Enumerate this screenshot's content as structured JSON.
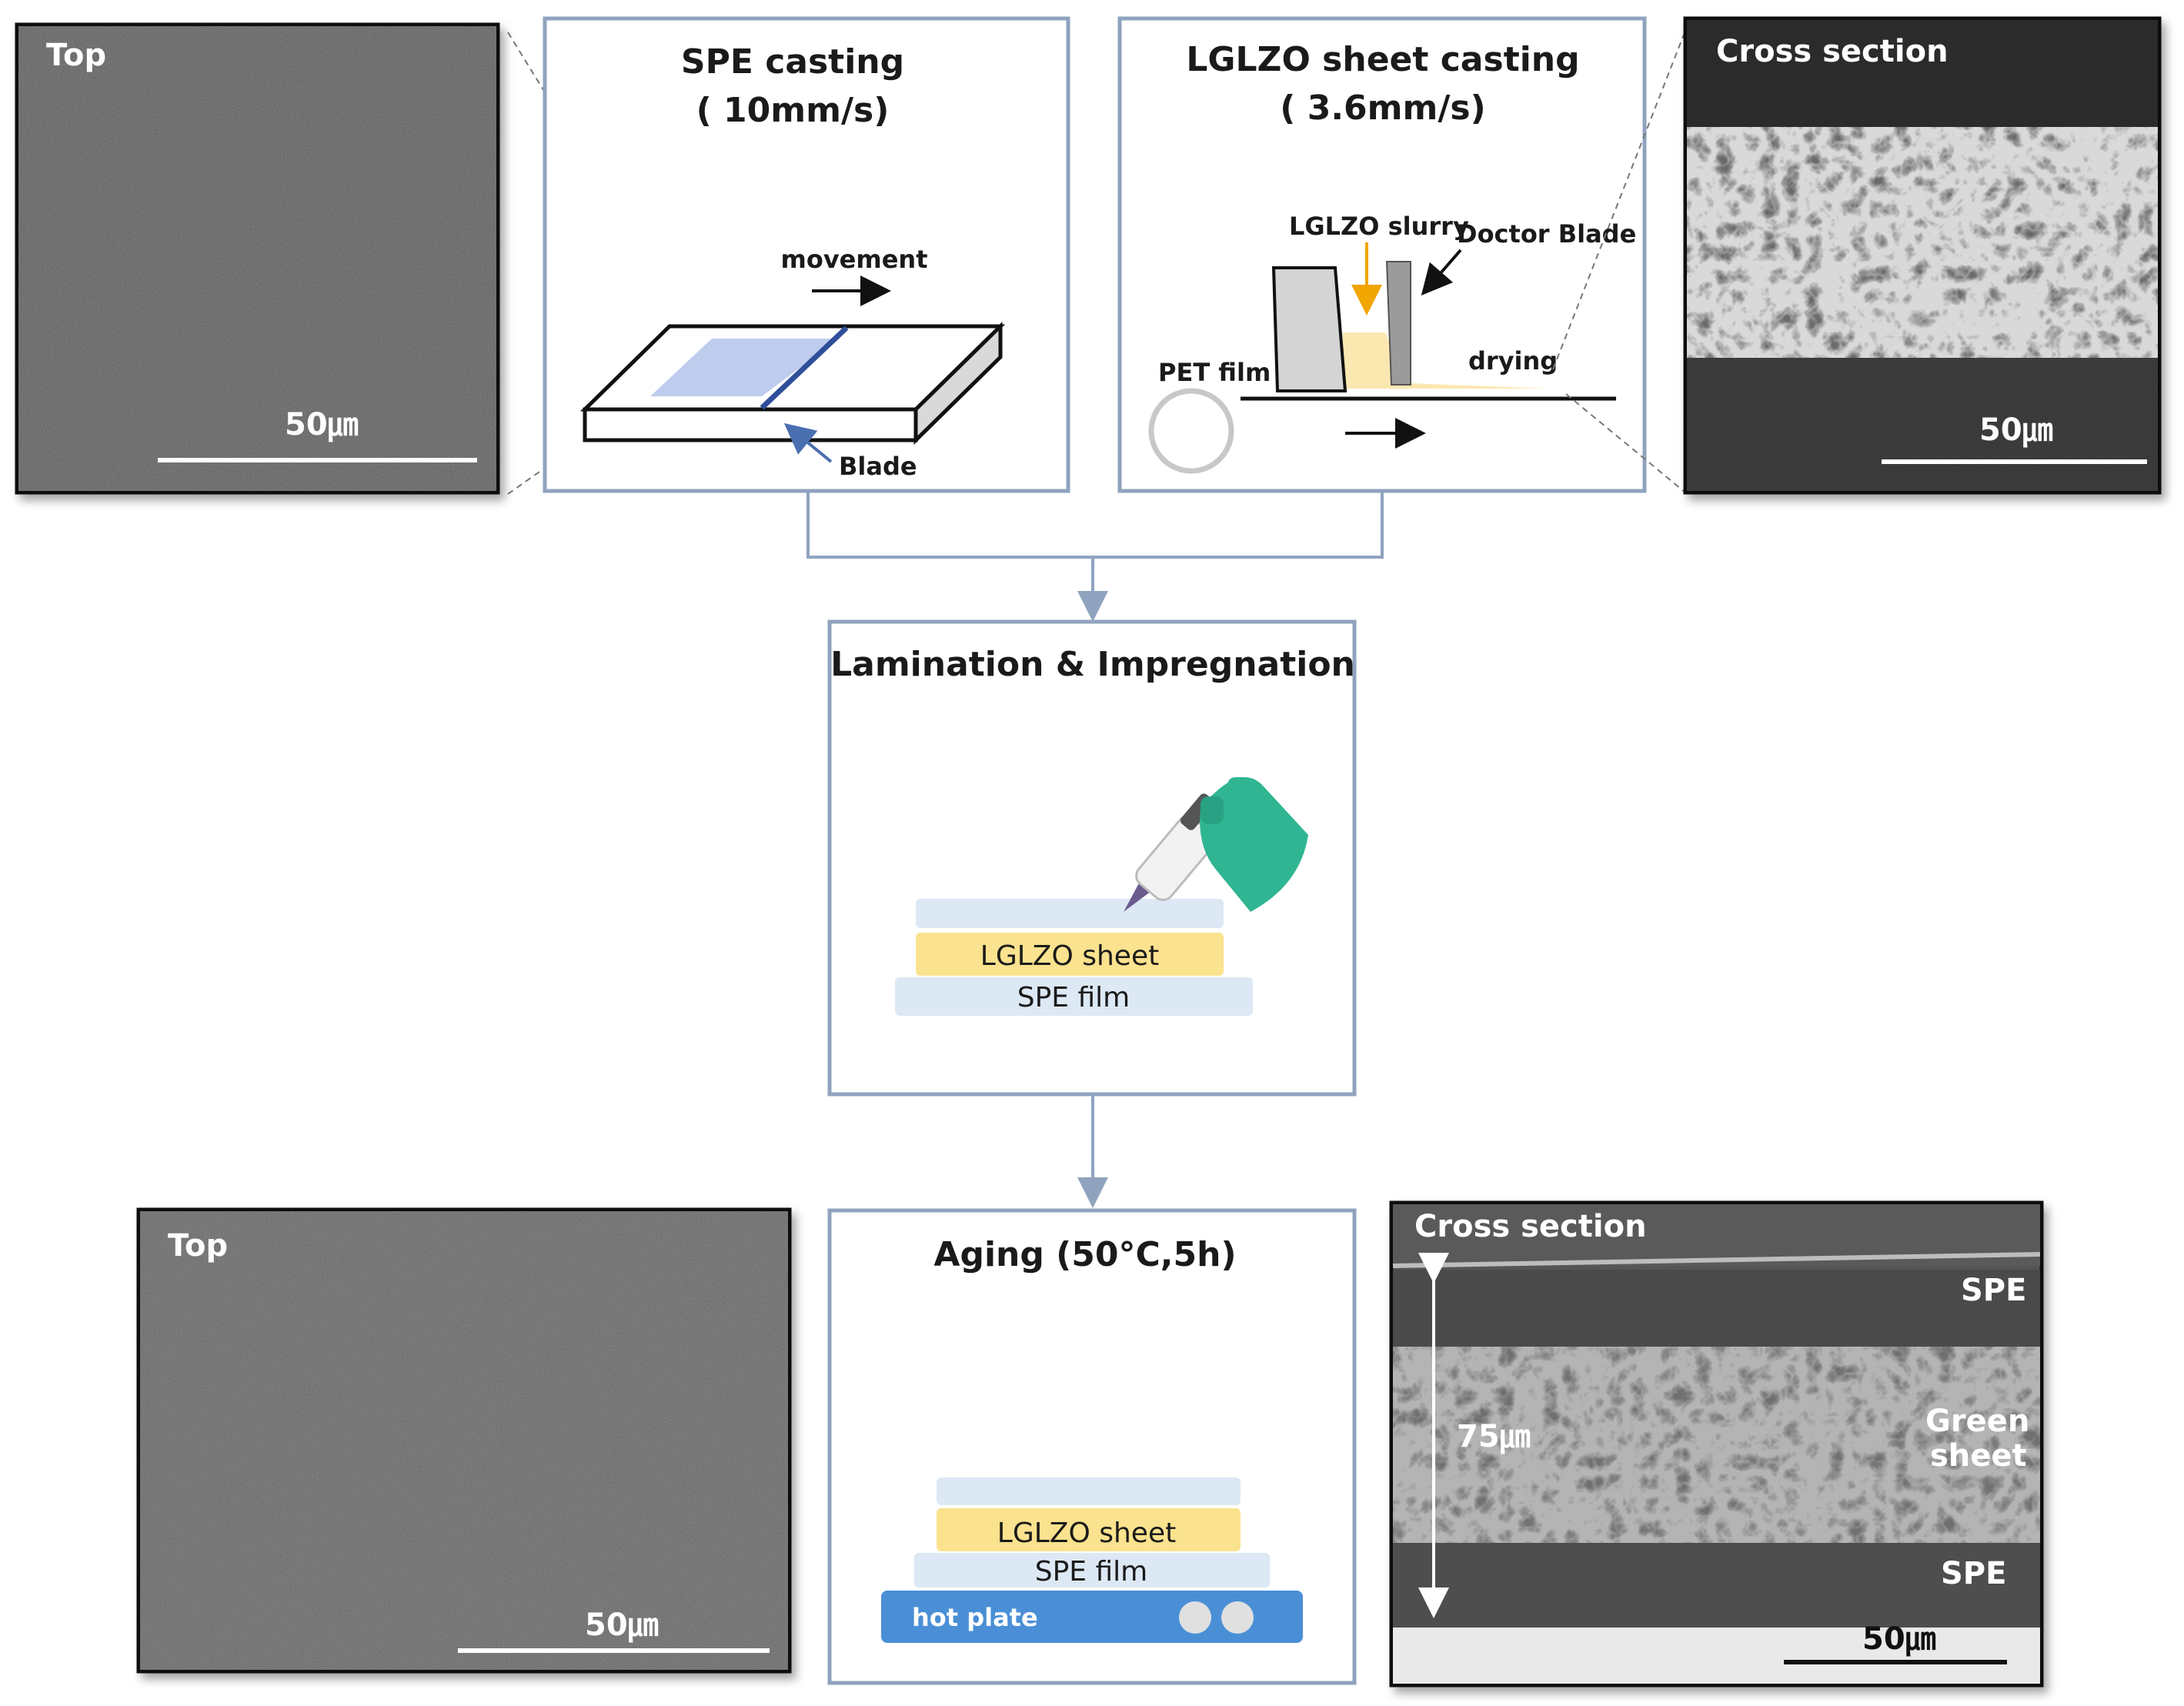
{
  "sem_top_left": {
    "label": "Top",
    "scale": "50㎛"
  },
  "spe_casting": {
    "title_line1": "SPE casting",
    "title_line2": "( 10mm/s)",
    "movement": "movement",
    "blade": "Blade"
  },
  "lglzo_casting": {
    "title_line1": "LGLZO  sheet casting",
    "title_line2": "( 3.6mm/s)",
    "slurry": "LGLZO slurry",
    "doctor_blade": "Doctor Blade",
    "pet_film": "PET film",
    "drying": "drying"
  },
  "sem_top_right": {
    "label": "Cross section",
    "scale": "50㎛"
  },
  "lamination": {
    "title": "Lamination & Impregnation",
    "layer_lglzo": "LGLZO sheet",
    "layer_spe": "SPE film"
  },
  "aging": {
    "title": "Aging (50°C,5h)",
    "layer_lglzo": "LGLZO sheet",
    "layer_spe": "SPE film",
    "hot_plate": "hot plate"
  },
  "sem_bottom_left": {
    "label": "Top",
    "scale": "50㎛"
  },
  "sem_bottom_right": {
    "label": "Cross section",
    "spe_top": "SPE",
    "green_line1": "Green",
    "green_line2": "sheet",
    "spe_bottom": "SPE",
    "thickness": "75㎛",
    "scale": "50㎛"
  },
  "colors": {
    "box_border": "#8fa3bf",
    "spe_blue": "#dce8f4",
    "lglzo_yellow": "#fbe28e",
    "hot_plate": "#4a8fd6",
    "glove_green": "#2fb592"
  }
}
